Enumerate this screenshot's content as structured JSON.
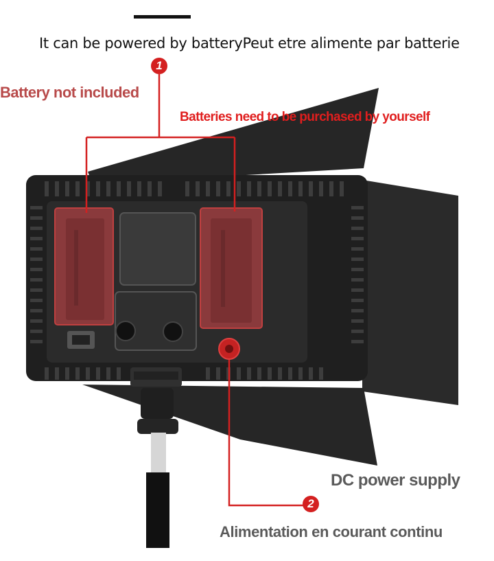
{
  "headline": "It can be powered by batteryPeut etre alimente par batterie",
  "callout_battery": {
    "number": "1",
    "label_en": "Battery not included",
    "label_purchase": "Batteries need to be purchased by yourself"
  },
  "callout_dc": {
    "number": "2",
    "label_en": "DC power supply",
    "label_fr": "Alimentation en courant continu"
  },
  "colors": {
    "accent_red": "#d42020",
    "battery_red": "#8a3a3c",
    "panel_black": "#1f1f1f",
    "label_gray": "#5a5a5a"
  }
}
